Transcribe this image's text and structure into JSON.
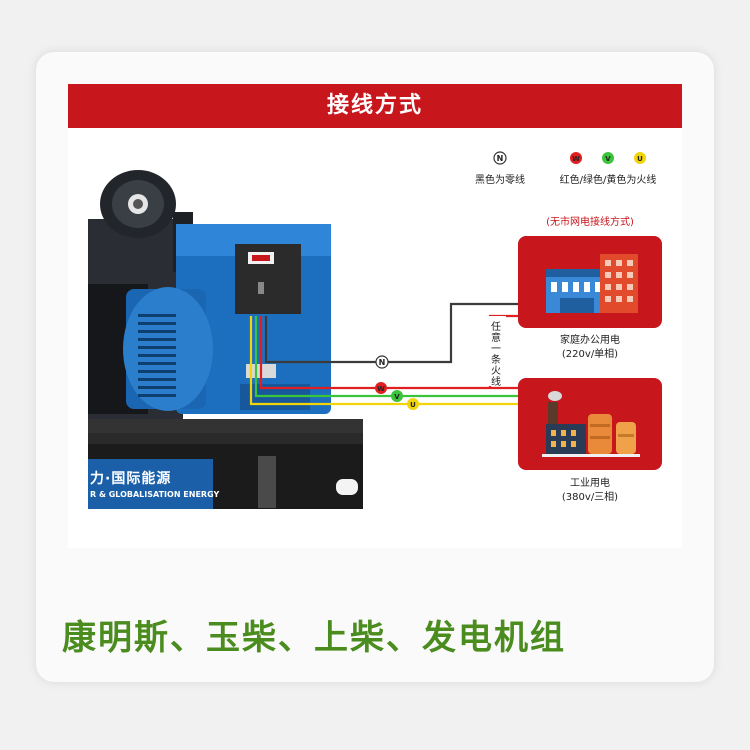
{
  "title": "接线方式",
  "legend": {
    "neutral_letter": "N",
    "neutral_text": "黑色为零线",
    "phase_letters": [
      "W",
      "V",
      "U"
    ],
    "phase_text": "红色/绿色/黄色为火线"
  },
  "no_grid_label": "(无市网电接线方式)",
  "household": {
    "label": "家庭办公用电",
    "spec": "(220v/单相)"
  },
  "industrial": {
    "label": "工业用电",
    "spec": "(380v/三相)"
  },
  "any_line": "任意一条火线",
  "wire_labels": {
    "n": "N",
    "w": "W",
    "v": "V",
    "u": "U"
  },
  "brand": {
    "cn": "力·国际能源",
    "en": "R & GLOBALISATION ENERGY"
  },
  "caption": "康明斯、玉柴、上柴、发电机组",
  "colors": {
    "title_red": "#c8161d",
    "box_red": "#c8161d",
    "wire_red": "#e02020",
    "wire_green": "#3bc43b",
    "wire_yellow": "#f2d40a",
    "generator_blue": "#1c6fbf",
    "caption_green": "#4b8c1f"
  }
}
